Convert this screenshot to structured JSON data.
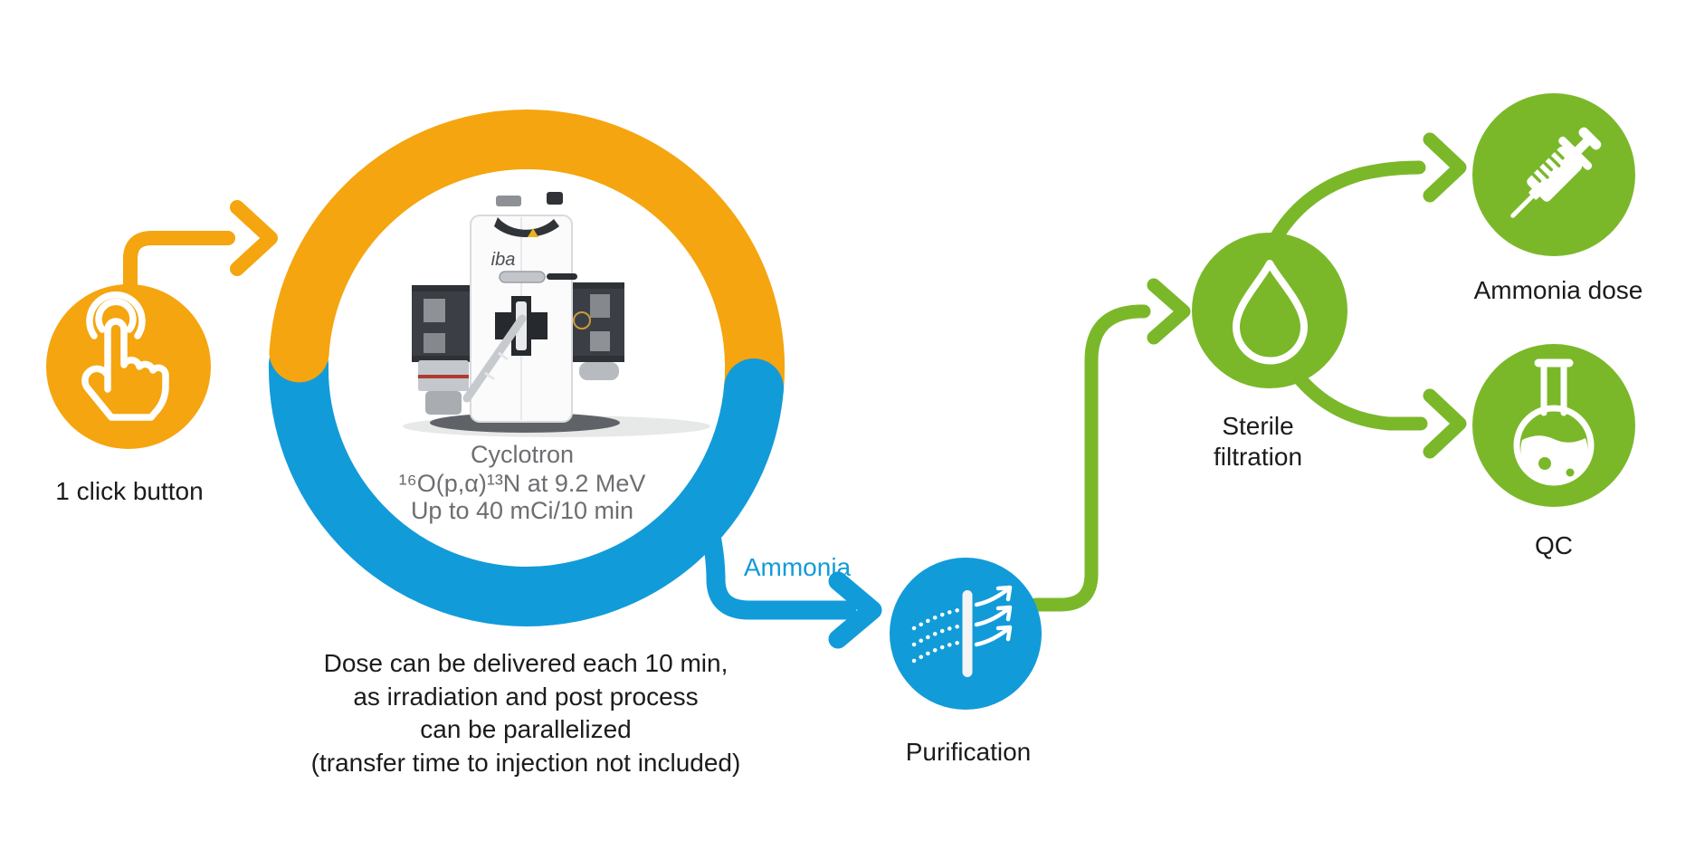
{
  "colors": {
    "orange": "#F5A50F",
    "blue": "#129BD9",
    "green": "#7AB82A",
    "gray": "#6D6E71",
    "black": "#1B1B1B"
  },
  "nodes": {
    "click_button": {
      "icon": "tap-hand-icon",
      "label": "1 click button"
    },
    "cyclotron": {
      "icon": "cyclotron-machine-image",
      "logo": "iba",
      "caption_title": "Cyclotron",
      "caption_reaction": "¹⁶O(p,α)¹³N at 9.2 MeV",
      "caption_yield": "Up to 40 mCi/10 min"
    },
    "purification": {
      "icon": "filter-icon",
      "label": "Purification"
    },
    "sterile_filtration": {
      "icon": "droplet-icon",
      "label_line1": "Sterile",
      "label_line2": "filtration"
    },
    "ammonia_dose": {
      "icon": "syringe-icon",
      "label": "Ammonia dose"
    },
    "qc": {
      "icon": "flask-icon",
      "label": "QC"
    }
  },
  "edges": {
    "ammonia_label": "Ammonia"
  },
  "note": {
    "line1": "Dose can be delivered each 10 min,",
    "line2": "as irradiation and post process",
    "line3": "can be parallelized",
    "line4": "(transfer time to injection not included)"
  }
}
